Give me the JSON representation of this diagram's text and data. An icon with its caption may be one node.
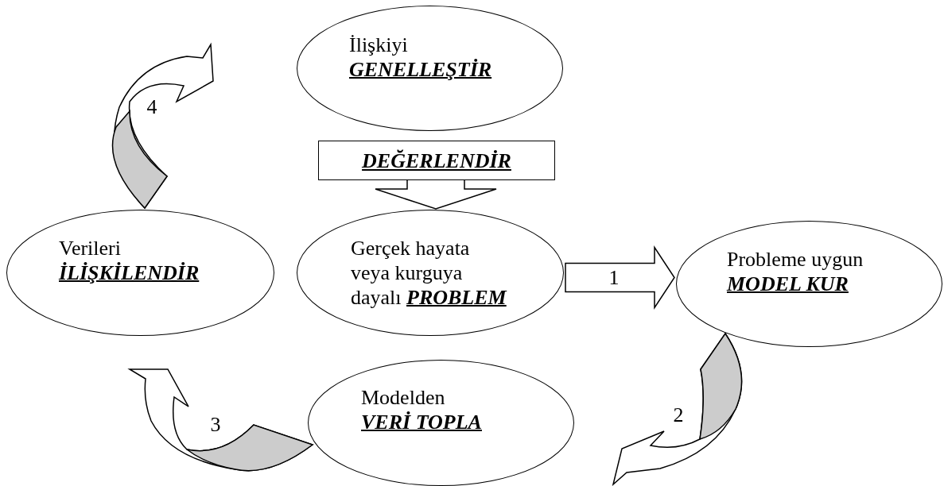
{
  "diagram": {
    "nodes": [
      {
        "text": [
          "İlişkiyi **GENELLEŞTİR**"
        ]
      },
      {
        "text": [
          "DEĞERLENDİR"
        ]
      },
      {
        "text": [
          "Verileri **İLİŞKİLENDİR**"
        ]
      },
      {
        "text": [
          "Gerçek hayata veya kurguya dayalı **PROBLEM**"
        ]
      },
      {
        "text": [
          "Probleme uygun **MODEL KUR**"
        ]
      },
      {
        "text": [
          "Modelden **VERİ TOPLA**"
        ]
      }
    ],
    "edges": [
      {
        "from": 1,
        "to": 3,
        "arrow": "to"
      },
      {
        "from": 3,
        "to": 4,
        "arrow": "to",
        "label": "1"
      },
      {
        "from": 4,
        "to": null,
        "arrow": "to",
        "label": "2"
      },
      {
        "from": 5,
        "to": null,
        "arrow": "to",
        "label": "3"
      },
      {
        "from": 2,
        "to": null,
        "arrow": "to",
        "label": "4"
      }
    ]
  }
}
